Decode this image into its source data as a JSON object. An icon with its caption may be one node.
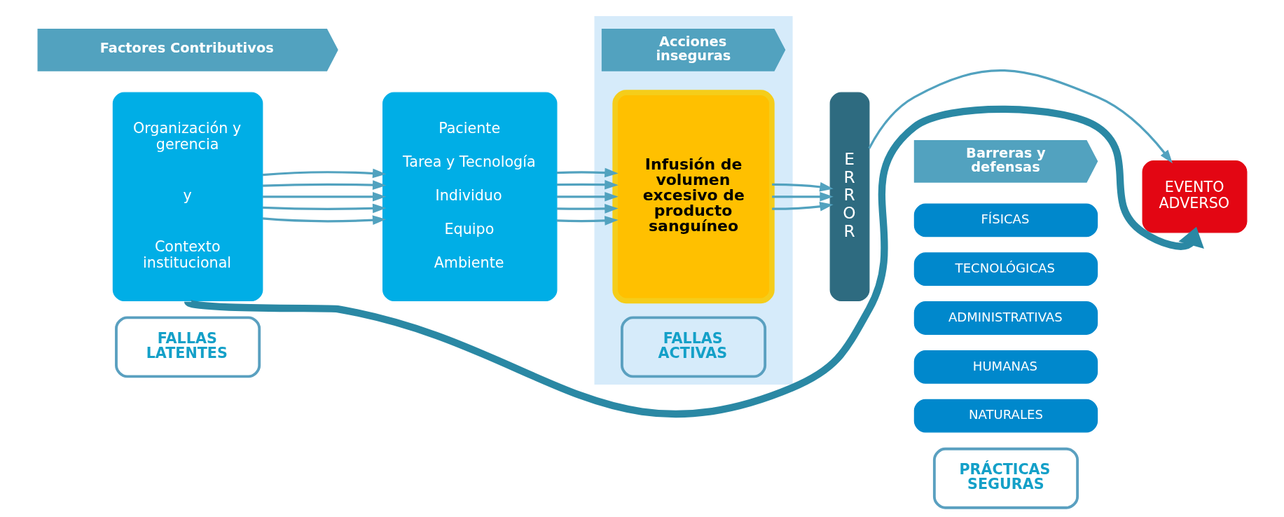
{
  "diagram": {
    "nodes": [
      {
        "text": [
          "Factores Contributivos"
        ]
      },
      {
        "text": [],
        "shape": "box"
      },
      {
        "text": [
          "Acciones inseguras"
        ],
        "in": 1
      },
      {
        "text": [
          "Barreras y defensas"
        ]
      },
      {
        "text": [
          "Organización y gerencia",
          "y",
          "Contexto institucional"
        ]
      },
      {
        "text": [
          "Paciente",
          "Tarea y Tecnología",
          "Individuo",
          "Equipo",
          "Ambiente"
        ]
      },
      {
        "text": [
          "Infusión de volumen excesivo de producto sanguíneo"
        ],
        "in": 1
      },
      {
        "text": [
          "E R R O R"
        ]
      },
      {
        "text": [
          "FÍSICAS"
        ]
      },
      {
        "text": [
          "TECNOLÓGICAS"
        ]
      },
      {
        "text": [
          "ADMINISTRATIVAS"
        ]
      },
      {
        "text": [
          "HUMANAS"
        ]
      },
      {
        "text": [
          "NATURALES"
        ]
      },
      {
        "text": [
          "EVENTO ADVERSO"
        ]
      },
      {
        "text": [
          "FALLAS LATENTES"
        ]
      },
      {
        "text": [
          "FALLAS ACTIVAS"
        ],
        "in": 1
      },
      {
        "text": [
          "PRÁCTICAS SEGURAS"
        ]
      }
    ],
    "edges": [
      {
        "from": 4,
        "to": 5,
        "arrow": "to"
      },
      {
        "from": 4,
        "to": 5,
        "arrow": "to"
      },
      {
        "from": 4,
        "to": 5,
        "arrow": "to"
      },
      {
        "from": 4,
        "to": 5,
        "arrow": "to"
      },
      {
        "from": 4,
        "to": 5,
        "arrow": "to"
      },
      {
        "from": 5,
        "to": 6,
        "arrow": "to"
      },
      {
        "from": 5,
        "to": 6,
        "arrow": "to"
      },
      {
        "from": 5,
        "to": 6,
        "arrow": "to"
      },
      {
        "from": 5,
        "to": 6,
        "arrow": "to"
      },
      {
        "from": 5,
        "to": 6,
        "arrow": "to"
      },
      {
        "from": 6,
        "to": 7,
        "arrow": "to"
      },
      {
        "from": 6,
        "to": 7,
        "arrow": "to"
      },
      {
        "from": 6,
        "to": 7,
        "arrow": "to"
      },
      {
        "from": 7,
        "to": 13,
        "arrow": "to"
      },
      {
        "from": 4,
        "to": 13,
        "arrow": "to",
        "style": "thick",
        "color": "#2a88a4"
      }
    ]
  }
}
